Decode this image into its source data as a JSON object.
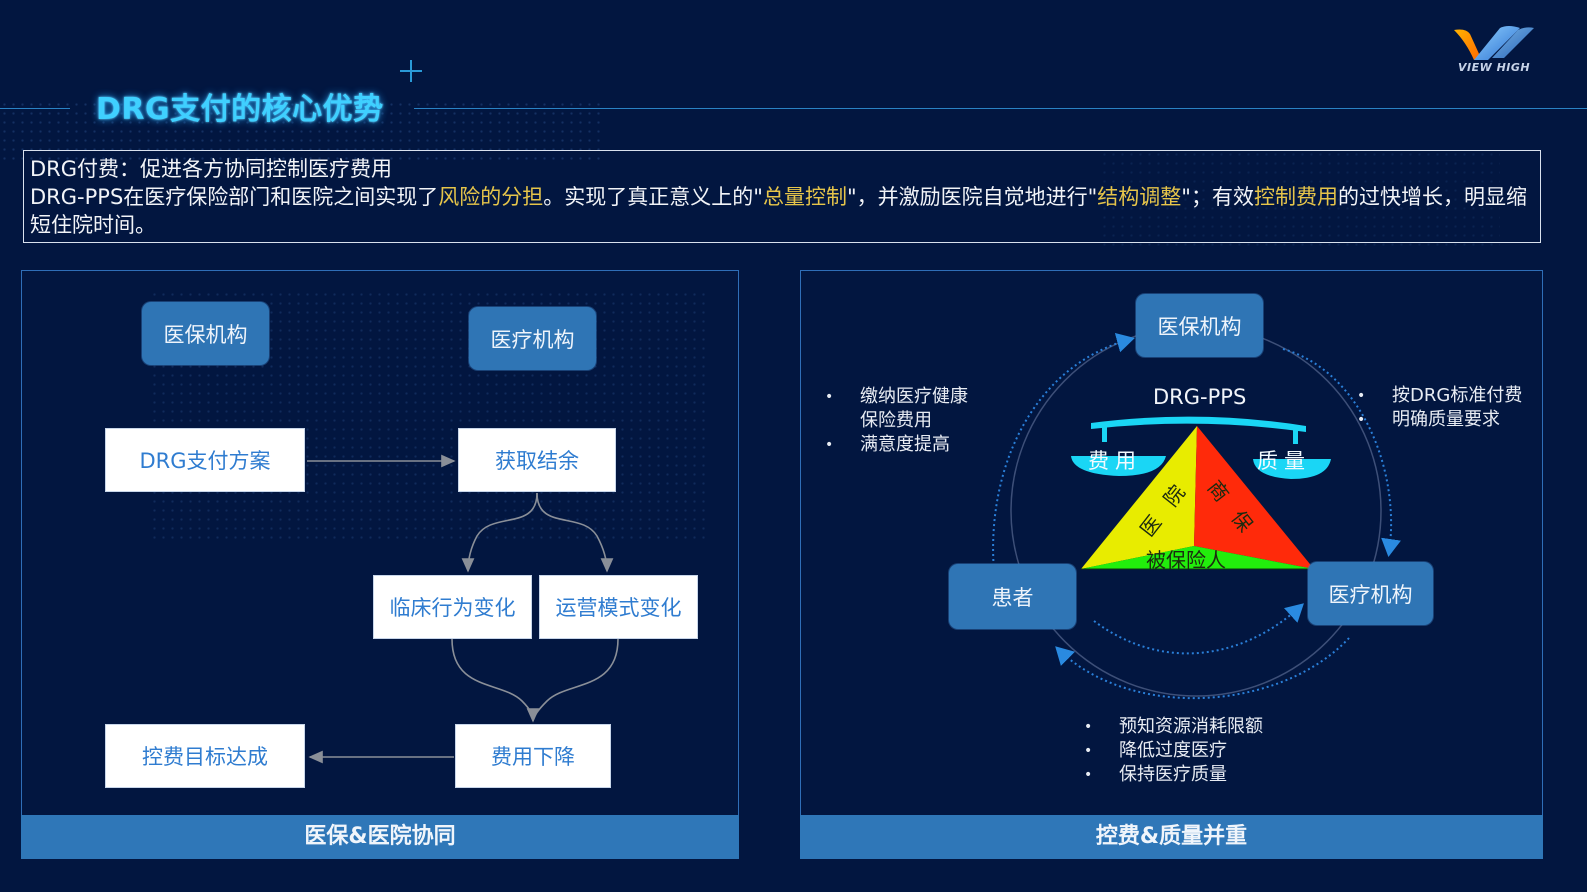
{
  "header": {
    "title": "DRG支付的核心优势",
    "logo_text": "VIEW HIGH"
  },
  "intro": {
    "line1": "DRG付费：促进各方协同控制医疗费用",
    "line2_segments": [
      {
        "text": "DRG-PPS在医疗保险部门和医院之间实现了",
        "highlight": false
      },
      {
        "text": "风险的分担",
        "highlight": true
      },
      {
        "text": "。实现了真正意义上的\"",
        "highlight": false
      },
      {
        "text": "总量控制",
        "highlight": true
      },
      {
        "text": "\"，并激励医院自觉地进行\"",
        "highlight": false
      },
      {
        "text": "结构调整",
        "highlight": true
      },
      {
        "text": "\"；有效",
        "highlight": false
      },
      {
        "text": "控制费用",
        "highlight": true
      },
      {
        "text": "的过快增长，明显缩短住院时间。",
        "highlight": false
      }
    ],
    "highlight_color": "#e6c54a"
  },
  "left_panel": {
    "footer": "医保&医院协同",
    "nodes": {
      "insurer": "医保机构",
      "hospital": "医疗机构",
      "drg_plan": "DRG支付方案",
      "surplus": "获取结余",
      "clinical_change": "临床行为变化",
      "operation_change": "运营模式变化",
      "cost_down": "费用下降",
      "goal_achieved": "控费目标达成"
    }
  },
  "right_panel": {
    "footer": "控费&质量并重",
    "nodes": {
      "insurer": "医保机构",
      "patient": "患者",
      "hospital": "医疗机构"
    },
    "center": {
      "title": "DRG-PPS",
      "left_pan": "费用",
      "right_pan": "质量",
      "triangle": {
        "left": "医 院",
        "right": "商 保",
        "bottom": "被保险人",
        "colors": {
          "left": "#e8ec00",
          "right": "#ff2a0a",
          "bottom": "#22ee0c"
        }
      }
    },
    "left_bullets": [
      {
        "lines": [
          "缴纳医疗健康",
          "保险费用"
        ]
      },
      {
        "lines": [
          "满意度提高"
        ]
      }
    ],
    "right_bullets": [
      {
        "lines": [
          "按DRG标准付费"
        ]
      },
      {
        "lines": [
          "明确质量要求"
        ]
      }
    ],
    "bottom_bullets": [
      {
        "lines": [
          "预知资源消耗限额"
        ]
      },
      {
        "lines": [
          "降低过度医疗"
        ]
      },
      {
        "lines": [
          "保持医疗质量"
        ]
      }
    ]
  },
  "colors": {
    "background": "#021640",
    "accent_blue": "#2f75b5",
    "title_cyan": "#3fd0ff",
    "scale_cyan": "#1ad6f5"
  }
}
